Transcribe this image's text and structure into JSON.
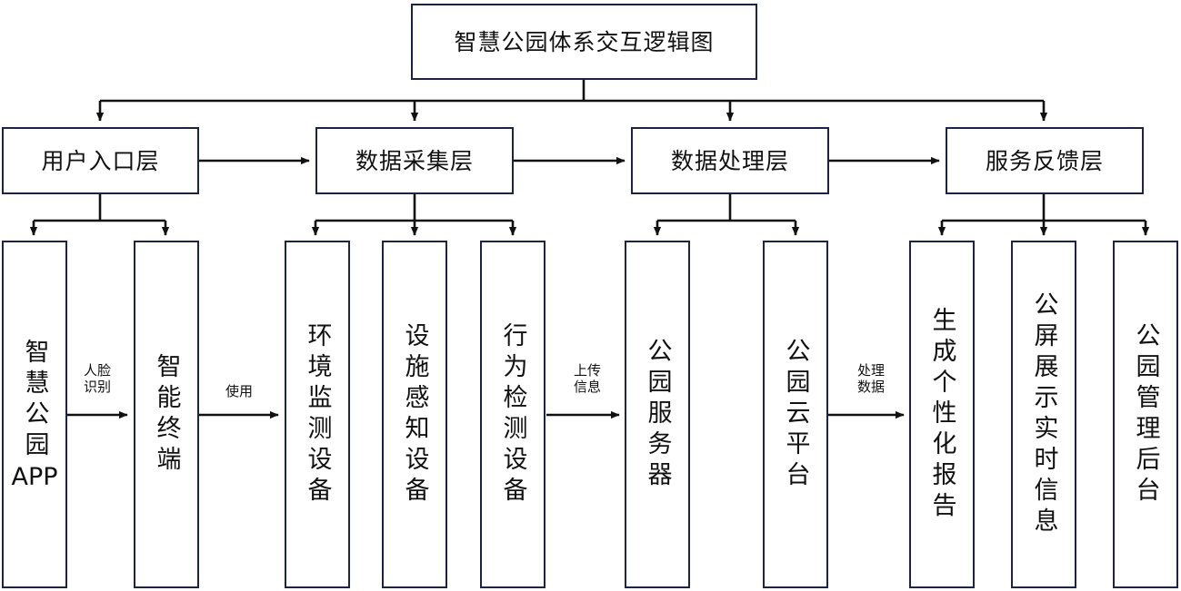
{
  "diagram": {
    "title": "智慧公园体系交互逻辑图",
    "type": "flowchart",
    "orientation": "top-down",
    "stroke_color": "#1c2444",
    "arrow_color": "#111111",
    "background_color": "#ffffff"
  },
  "layers": [
    {
      "id": "layer-user-entry",
      "label": "用户入口层"
    },
    {
      "id": "layer-data-collection",
      "label": "数据采集层"
    },
    {
      "id": "layer-data-processing",
      "label": "数据处理层"
    },
    {
      "id": "layer-service-feedback",
      "label": "服务反馈层"
    }
  ],
  "leaves": [
    {
      "id": "leaf-smart-park-app",
      "label": "智慧公园",
      "suffix": "APP",
      "parent": "layer-user-entry"
    },
    {
      "id": "leaf-smart-terminal",
      "label": "智能终端",
      "suffix": "",
      "parent": "layer-user-entry"
    },
    {
      "id": "leaf-env-monitor-device",
      "label": "环境监测设备",
      "suffix": "",
      "parent": "layer-data-collection"
    },
    {
      "id": "leaf-facility-sensing-device",
      "label": "设施感知设备",
      "suffix": "",
      "parent": "layer-data-collection"
    },
    {
      "id": "leaf-behavior-detect-device",
      "label": "行为检测设备",
      "suffix": "",
      "parent": "layer-data-collection"
    },
    {
      "id": "leaf-park-server",
      "label": "公园服务器",
      "suffix": "",
      "parent": "layer-data-processing"
    },
    {
      "id": "leaf-park-cloud-platform",
      "label": "公园云平台",
      "suffix": "",
      "parent": "layer-data-processing"
    },
    {
      "id": "leaf-personalized-report",
      "label": "生成个性化报告",
      "suffix": "",
      "parent": "layer-service-feedback"
    },
    {
      "id": "leaf-public-screen-realtime",
      "label": "公屏展示实时信息",
      "suffix": "",
      "parent": "layer-service-feedback"
    },
    {
      "id": "leaf-park-admin-backend",
      "label": "公园管理后台",
      "suffix": "",
      "parent": "layer-service-feedback"
    }
  ],
  "edge_labels": [
    {
      "id": "edge-face-recognition",
      "text": "人脸\n识别",
      "from": "leaf-smart-park-app",
      "to": "leaf-smart-terminal"
    },
    {
      "id": "edge-use",
      "text": "使用",
      "from": "leaf-smart-terminal",
      "to": "leaf-env-monitor-device"
    },
    {
      "id": "edge-upload-info",
      "text": "上传\n信息",
      "from": "leaf-behavior-detect-device",
      "to": "leaf-park-server"
    },
    {
      "id": "edge-process-data",
      "text": "处理\n数据",
      "from": "leaf-park-cloud-platform",
      "to": "leaf-personalized-report"
    }
  ]
}
